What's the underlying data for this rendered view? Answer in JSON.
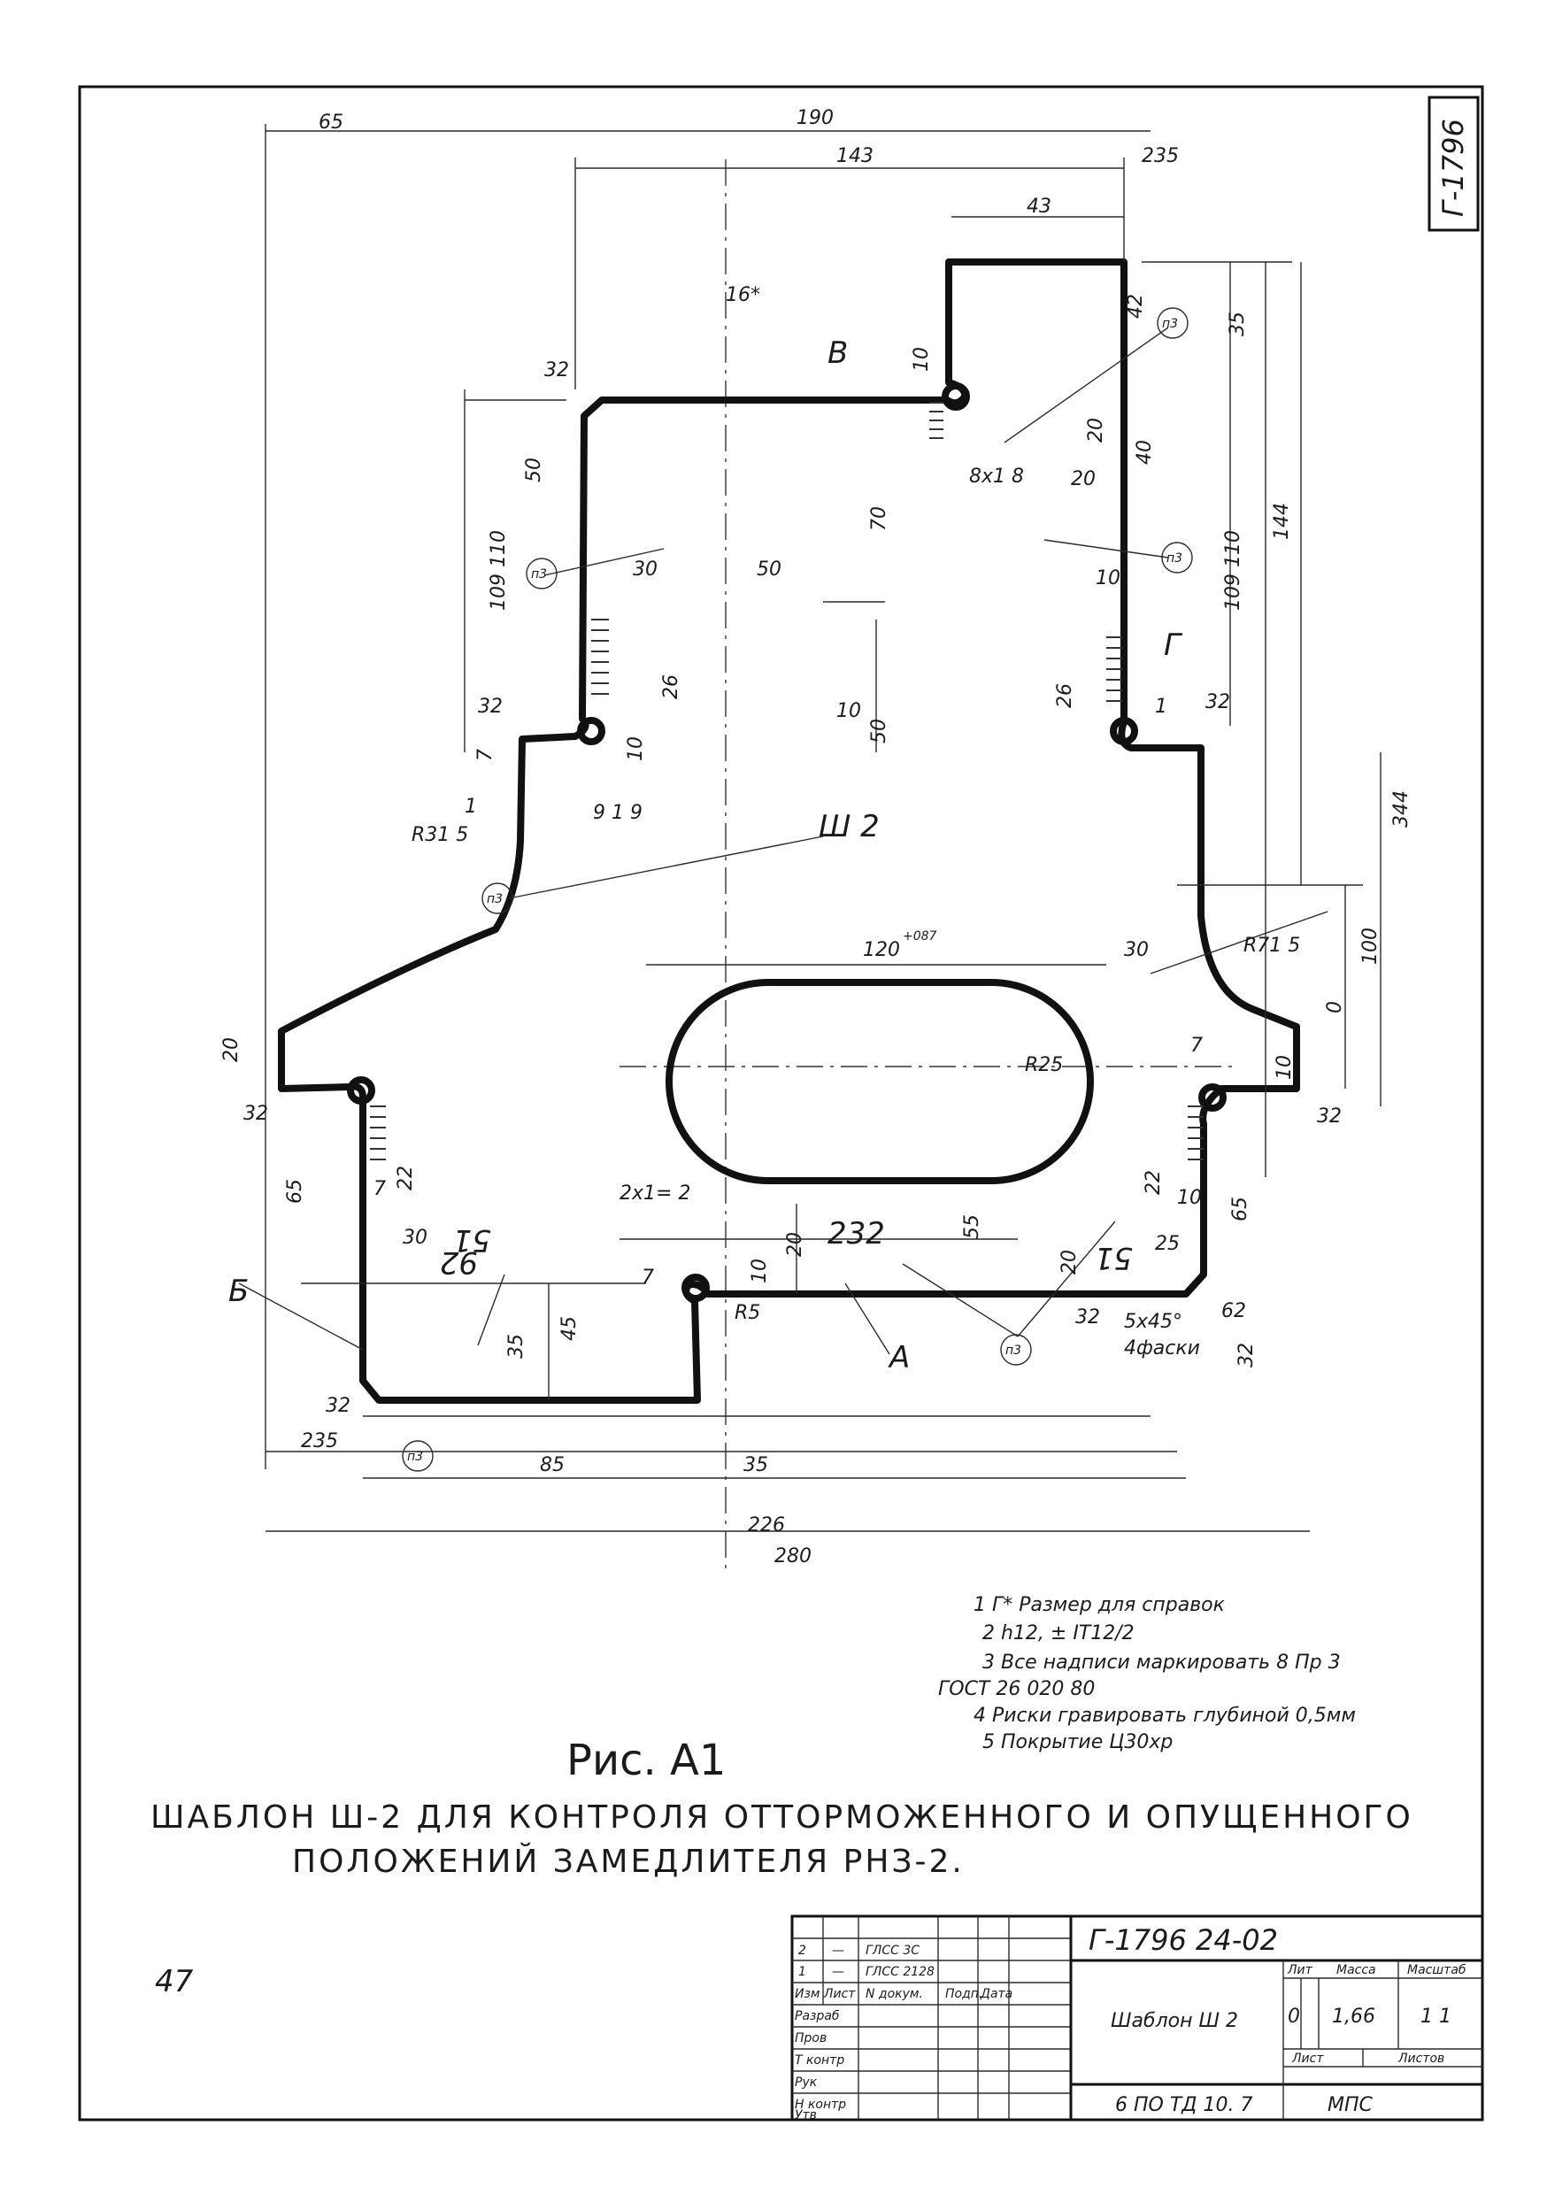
{
  "drawing": {
    "code_tag": "Г-1796",
    "dimensions": {
      "d_65_top": "65",
      "d_190": "190",
      "d_143": "143",
      "d_235_top": "235",
      "d_43": "43",
      "d_16": "16*",
      "d_b_letter": "В",
      "d_10_top": "10",
      "d_42": "42",
      "d_35_right": "35",
      "d_321": "32",
      "d_50_left": "50",
      "d_109_110_left": "109 110",
      "d_30": "30",
      "d_50": "50",
      "d_70": "70",
      "d_8x18": "8х1 8",
      "d_20": "20",
      "d_40": "40",
      "d_20b": "20",
      "d_109_110_right": "109 110",
      "d_144": "144",
      "d_10b": "10",
      "d_10c": "10",
      "d_50b": "50",
      "d_26_left": "26",
      "d_26_right": "26",
      "d_32_left": "32",
      "d_32_right": "32",
      "d_7": "7",
      "d_9_19": "9 1 9",
      "d_10d": "10",
      "d_r31": "R31 5",
      "d_ш2": "Ш 2",
      "d_344": "344",
      "d_120": "120",
      "d_120_tol": "+087",
      "d_30b": "30",
      "d_r715": "R71 5",
      "d_100": "100",
      "d_0": "0",
      "d_20_left": "20",
      "d_32_left2": "32",
      "d_r25": "R25",
      "d_7b": "7",
      "d_10e": "10",
      "d_32_right2": "32",
      "d_22_left": "22",
      "d_22_right": "22",
      "d_65_left": "65",
      "d_65_right": "65",
      "d_7c": "7",
      "d_10f": "10",
      "d_51_left": "51",
      "d_51_right": "51",
      "d_2x12": "2х1= 2",
      "d_30c": "30",
      "d_92": "92",
      "d_232": "232",
      "d_55": "55",
      "d_20c": "20",
      "d_10g": "10",
      "d_20d": "20",
      "d_25": "25",
      "d_b_big": "Б",
      "d_35b": "35",
      "d_45": "45",
      "d_7d": "7",
      "d_r5": "R5",
      "d_a_letter": "А",
      "d_32b": "32",
      "d_5x45": "5х45°",
      "d_4faski": "4фаски",
      "d_62": "62",
      "d_32c": "32",
      "d_32d": "32",
      "d_235_bottom": "235",
      "d_85": "85",
      "d_35c": "35",
      "d_226": "226",
      "d_280": "280",
      "d_1": "1",
      "d_g": "Г",
      "d_p3": "п3"
    },
    "notes": [
      "1 Г* Размер для справок",
      "2 h12, ± IT12/2",
      "3 Все надписи маркировать 8 Пр 3",
      "ГОСТ 26 020 80",
      "4 Риски гравировать глубиной 0,5мм",
      "5 Покрытие  Ц30хр"
    ],
    "figure_label": "Рис. А1",
    "caption_line1": "ШАБЛОН  Ш-2  ДЛЯ  КОНТРОЛЯ  ОТТОРМОЖЕННОГО  И  ОПУЩЕННОГО",
    "caption_line2": "ПОЛОЖЕНИЙ  ЗАМЕДЛИТЕЛЯ  РНЗ-2.",
    "page_number": "47"
  },
  "title_block": {
    "doc_code": "Г-1796  24-02",
    "doc_name": "Шаблон  Ш 2",
    "lit_header": "Лит",
    "mass_header": "Масса",
    "scale_header": "Масштаб",
    "lit_value": "0",
    "mass_value": "1,66",
    "scale_value": "1 1",
    "sheet_label": "Лист",
    "sheets_label": "Листов",
    "org": "МПС",
    "approval": "6 ПО ТД 10. 7",
    "rows": [
      {
        "col1": "2",
        "col2": "—",
        "col3": "ГЛСС 3С",
        "col4": "",
        "col5": ""
      },
      {
        "col1": "1",
        "col2": "—",
        "col3": "ГЛСС 2128",
        "col4": "",
        "col5": ""
      },
      {
        "col1": "Изм Лист",
        "col2": "",
        "col3": "N докум.",
        "col4": "Подп.",
        "col5": "Дата"
      },
      {
        "col1": "Разраб",
        "col2": "",
        "col3": "",
        "col4": "",
        "col5": ""
      },
      {
        "col1": "Пров",
        "col2": "",
        "col3": "",
        "col4": "",
        "col5": ""
      },
      {
        "col1": "Т контр",
        "col2": "",
        "col3": "",
        "col4": "",
        "col5": ""
      },
      {
        "col1": "Рук",
        "col2": "",
        "col3": "",
        "col4": "",
        "col5": ""
      },
      {
        "col1": "Н контр",
        "col2": "",
        "col3": "",
        "col4": "",
        "col5": ""
      },
      {
        "col1": "Утв",
        "col2": "",
        "col3": "",
        "col4": "",
        "col5": ""
      }
    ]
  }
}
